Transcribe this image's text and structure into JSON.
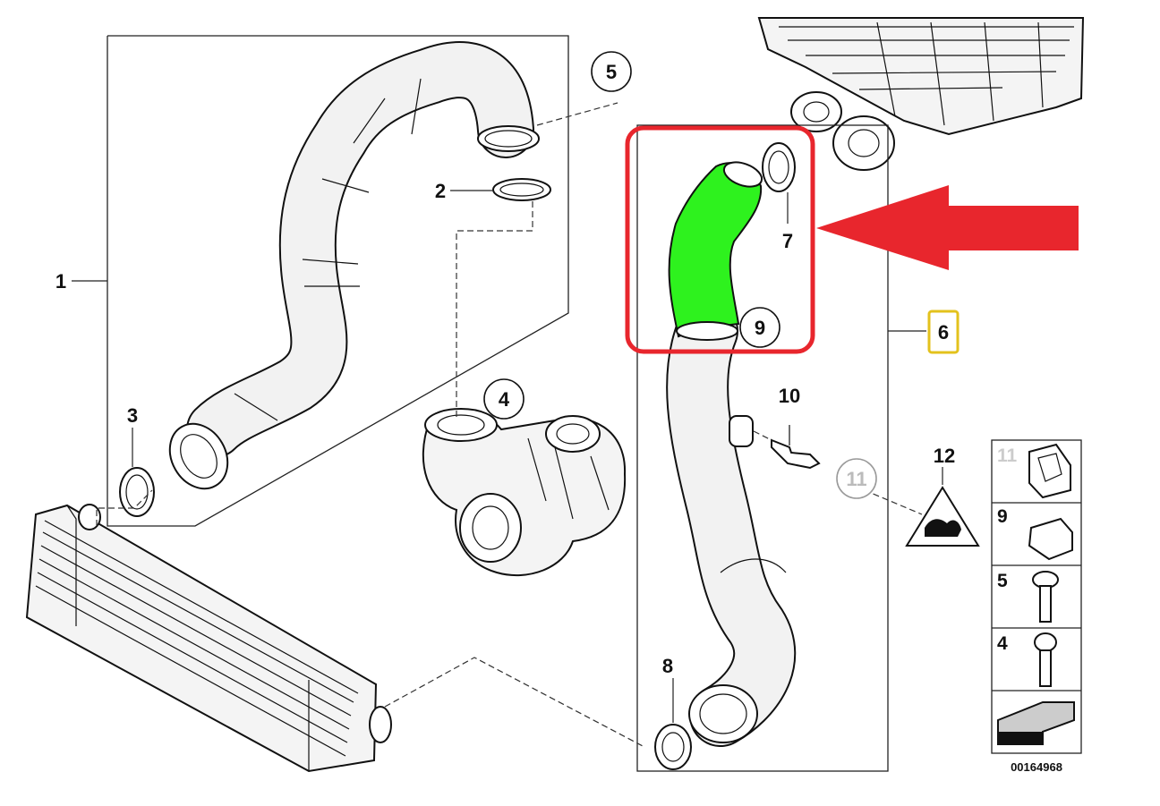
{
  "diagram": {
    "labels": {
      "l1": "1",
      "l2": "2",
      "l3": "3",
      "l4": "4",
      "l5": "5",
      "l6": "6",
      "l7": "7",
      "l8": "8",
      "l9": "9",
      "l10": "10",
      "l11": "11",
      "l12": "12"
    },
    "legend": {
      "items": [
        "11",
        "9",
        "5",
        "4"
      ]
    },
    "reference_number": "00164968",
    "colors": {
      "highlight_box": "#e8262d",
      "highlight_part": "#2ef21e",
      "arrow": "#e8262d",
      "label6_box": "#e3c21c"
    }
  }
}
